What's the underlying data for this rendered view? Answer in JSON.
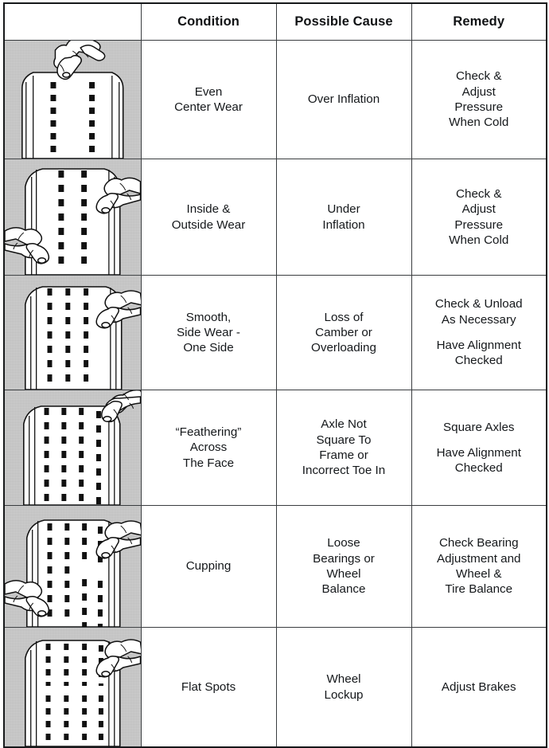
{
  "table": {
    "headers": {
      "illustration": "",
      "condition": "Condition",
      "possible_cause": "Possible Cause",
      "remedy": "Remedy"
    },
    "rows": [
      {
        "illustration_name": "even-center-wear-diagram",
        "illustration_description": "Tire tread top view with two zigzag grooves and a hand pointing at worn center",
        "condition": [
          "Even",
          "Center Wear"
        ],
        "possible_cause": [
          "Over Inflation"
        ],
        "remedy": [
          [
            "Check &",
            "Adjust",
            "Pressure",
            "When Cold"
          ]
        ]
      },
      {
        "illustration_name": "inside-outside-wear-diagram",
        "illustration_description": "Tire tread with two zigzag grooves and two hands pointing at both worn outer shoulders",
        "condition": [
          "Inside &",
          "Outside Wear"
        ],
        "possible_cause": [
          "Under",
          "Inflation"
        ],
        "remedy": [
          [
            "Check &",
            "Adjust",
            "Pressure",
            "When Cold"
          ]
        ]
      },
      {
        "illustration_name": "smooth-side-wear-diagram",
        "illustration_description": "Tire tread with three zigzag grooves and one hand pointing at the smooth worn right side",
        "condition": [
          "Smooth,",
          "Side Wear -",
          "One Side"
        ],
        "possible_cause": [
          "Loss of",
          "Camber or",
          "Overloading"
        ],
        "remedy": [
          [
            "Check & Unload",
            "As Necessary"
          ],
          [
            "Have Alignment",
            "Checked"
          ]
        ]
      },
      {
        "illustration_name": "feathering-diagram",
        "illustration_description": "Tire tread with four zigzag grooves and a hand sweeping across the face showing feathered edges",
        "condition": [
          "“Feathering”",
          "Across",
          "The Face"
        ],
        "possible_cause": [
          "Axle Not",
          "Square To",
          "Frame or",
          "Incorrect Toe In"
        ],
        "remedy": [
          [
            "Square Axles"
          ],
          [
            "Have Alignment",
            "Checked"
          ]
        ]
      },
      {
        "illustration_name": "cupping-diagram",
        "illustration_description": "Tire tread with four grooves showing broken scalloped cup wear and two hands pointing",
        "condition": [
          "Cupping"
        ],
        "possible_cause": [
          "Loose",
          "Bearings or",
          "Wheel",
          "Balance"
        ],
        "remedy": [
          [
            "Check Bearing",
            "Adjustment and",
            "Wheel &",
            "Tire Balance"
          ]
        ]
      },
      {
        "illustration_name": "flat-spots-diagram",
        "illustration_description": "Tire tread with four grooves interrupted by a smooth blank flat spot band and a hand pointing",
        "condition": [
          "Flat Spots"
        ],
        "possible_cause": [
          "Wheel",
          "Lockup"
        ],
        "remedy": [
          [
            "Adjust Brakes"
          ]
        ]
      }
    ]
  },
  "colors": {
    "illustration_background": "#c9c9c9",
    "tread_fill": "#ffffff",
    "groove_ink": "#111111",
    "border": "#16181a",
    "text": "#15181b"
  }
}
